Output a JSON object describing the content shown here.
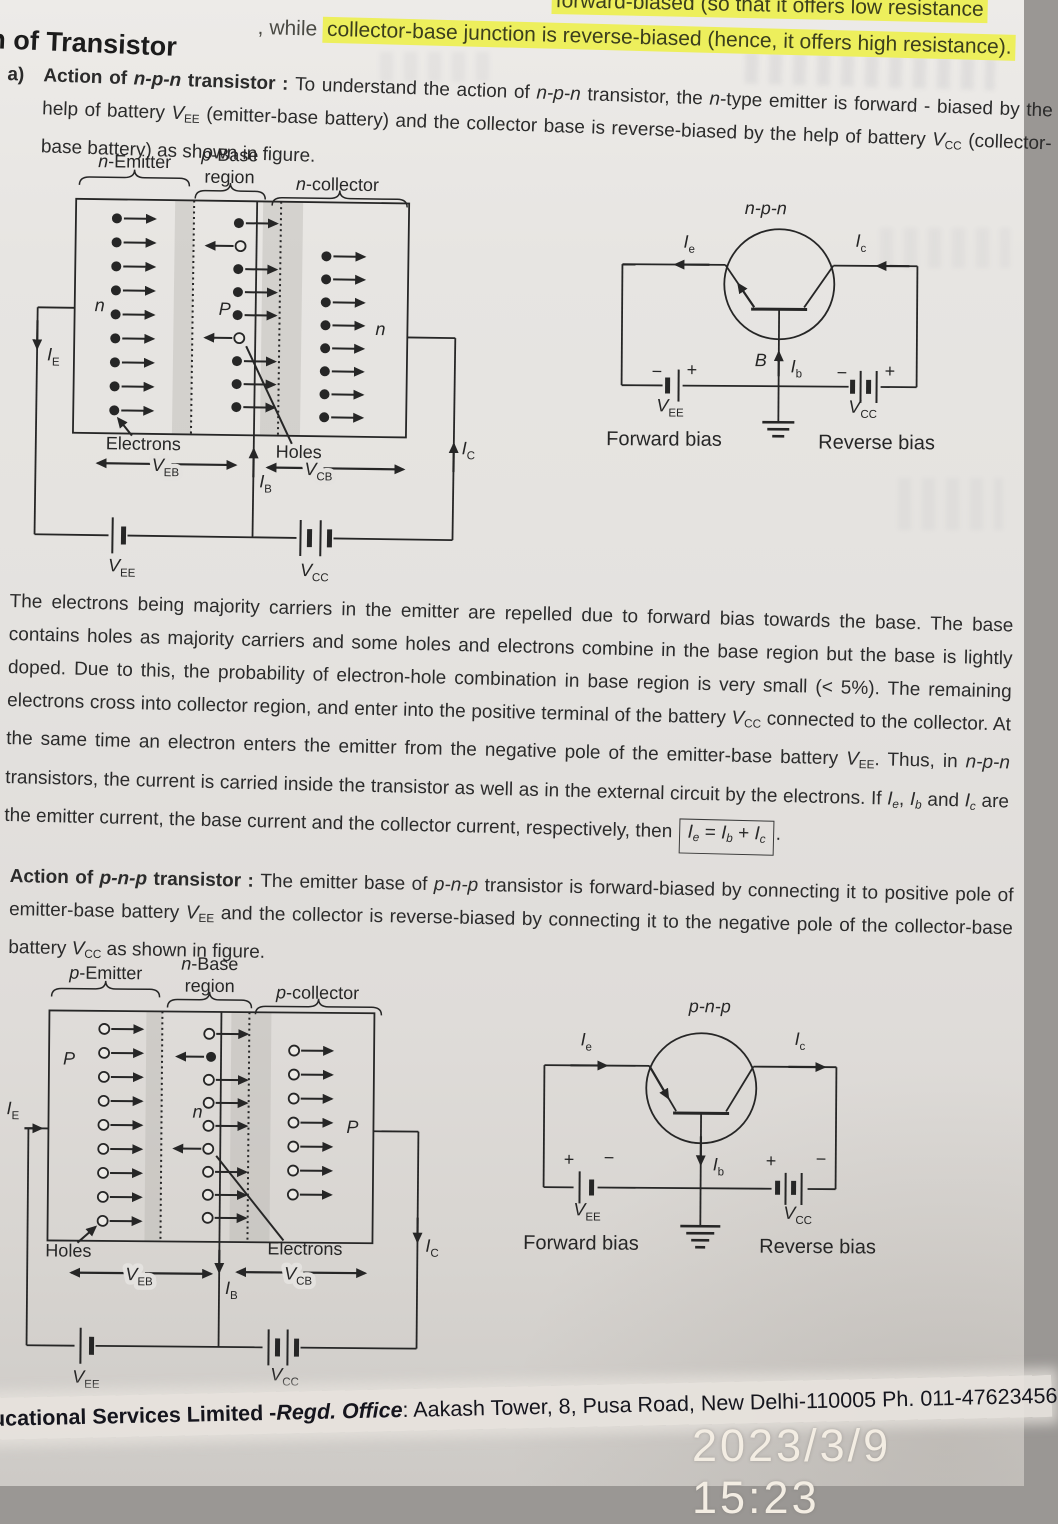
{
  "colors": {
    "highlight": "#edef5c",
    "paper": "#e4e2df",
    "ink": "#2b2b2b",
    "timestamp_color": "#f3ede3"
  },
  "top": {
    "line1_highlight": "forward-biased (so that it offers low resistance",
    "line2_prefix": ", while ",
    "line2_highlight": "collector-base junction is reverse-biased (hence, it offers high resistance).",
    "heading": "n of Transistor"
  },
  "para_a": {
    "marker": "a)",
    "rich": [
      {
        "t": "Action of ",
        "s": "b"
      },
      {
        "t": "n-p-n",
        "s": "bi"
      },
      {
        "t": " transistor : ",
        "s": "b"
      },
      {
        "t": "To understand the action of "
      },
      {
        "t": "n-p-n",
        "s": "i"
      },
      {
        "t": " transistor, the "
      },
      {
        "t": "n",
        "s": "i"
      },
      {
        "t": "-type emitter is forward - biased by the help of battery "
      },
      {
        "t": "V",
        "s": "i"
      },
      {
        "t": "EE",
        "s": "sub"
      },
      {
        "t": " (emitter-base battery) and the collector base is reverse-biased by the help of battery "
      },
      {
        "t": "V",
        "s": "i"
      },
      {
        "t": "CC",
        "s": "sub"
      },
      {
        "t": " (collector-base battery) as shown in figure."
      }
    ]
  },
  "para_electrons": {
    "rich": [
      {
        "t": "The electrons being majority carriers in the emitter are repelled due to forward bias towards the base. The base contains holes as majority carriers and some holes and electrons combine in the base region but the base is lightly doped. Due to this, the probability of electron-hole combination in base region is very small (< 5%). The remaining electrons cross into collector region, and enter into the positive terminal of the battery "
      },
      {
        "t": "V",
        "s": "i"
      },
      {
        "t": "CC",
        "s": "sub"
      },
      {
        "t": " connected to the collector. At the same time an electron enters the emitter from the negative pole of the emitter-base battery "
      },
      {
        "t": "V",
        "s": "i"
      },
      {
        "t": "EE",
        "s": "sub"
      },
      {
        "t": ". Thus, in "
      },
      {
        "t": "n-p-n",
        "s": "i"
      },
      {
        "t": " transistors, the current is carried inside the transistor as well as in the external circuit by the electrons. If "
      },
      {
        "t": "I",
        "s": "i"
      },
      {
        "t": "e",
        "s": "subi"
      },
      {
        "t": ", "
      },
      {
        "t": "I",
        "s": "i"
      },
      {
        "t": "b",
        "s": "subi"
      },
      {
        "t": " and "
      },
      {
        "t": "I",
        "s": "i"
      },
      {
        "t": "c",
        "s": "subi"
      },
      {
        "t": " are the emitter current, the base current and the collector current, respectively, then "
      }
    ],
    "formula": [
      {
        "t": "I",
        "s": "i"
      },
      {
        "t": "e",
        "s": "subi"
      },
      {
        "t": " = "
      },
      {
        "t": "I",
        "s": "i"
      },
      {
        "t": "b",
        "s": "subi"
      },
      {
        "t": " + "
      },
      {
        "t": "I",
        "s": "i"
      },
      {
        "t": "c",
        "s": "subi"
      }
    ],
    "formula_period": "."
  },
  "para_pnp": {
    "rich": [
      {
        "t": "Action of ",
        "s": "b"
      },
      {
        "t": "p-n-p",
        "s": "bi"
      },
      {
        "t": " transistor : ",
        "s": "b"
      },
      {
        "t": "The emitter base of "
      },
      {
        "t": "p-n-p",
        "s": "i"
      },
      {
        "t": " transistor is forward-biased by connecting it to positive pole of emitter-base battery "
      },
      {
        "t": "V",
        "s": "i"
      },
      {
        "t": "EE",
        "s": "sub"
      },
      {
        "t": " and the collector is reverse-biased by connecting it to the negative pole of the collector-base battery "
      },
      {
        "t": "V",
        "s": "i"
      },
      {
        "t": "CC",
        "s": "sub"
      },
      {
        "t": " as shown in figure."
      }
    ]
  },
  "block_npn": {
    "emitter_label": {
      "i": "n",
      "rest": "-Emitter"
    },
    "base_label": {
      "i": "p",
      "rest": "-Base",
      "line2": "region"
    },
    "collector_label": {
      "i": "n",
      "rest": "-collector"
    },
    "region_left": "n",
    "region_mid": "P",
    "region_right": "n",
    "electrons": "Electrons",
    "holes": "Holes",
    "veb": {
      "v": "V",
      "s": "EB"
    },
    "vcb": {
      "v": "V",
      "s": "CB"
    },
    "ie": {
      "v": "I",
      "s": "E"
    },
    "ib": {
      "v": "I",
      "s": "B"
    },
    "ic": {
      "v": "I",
      "s": "C"
    },
    "vee": {
      "v": "V",
      "s": "EE"
    },
    "vcc": {
      "v": "V",
      "s": "CC"
    }
  },
  "circuit_npn": {
    "title": "n-p-n",
    "b": "B",
    "minus": "−",
    "plus": "+",
    "ie": {
      "v": "I",
      "s": "e"
    },
    "ic": {
      "v": "I",
      "s": "c"
    },
    "ib": {
      "v": "I",
      "s": "b"
    },
    "vee": {
      "v": "V",
      "s": "EE"
    },
    "vcc": {
      "v": "V",
      "s": "CC"
    },
    "forward": "Forward bias",
    "reverse": "Reverse bias"
  },
  "block_pnp": {
    "emitter_label": {
      "i": "p",
      "rest": "-Emitter"
    },
    "base_label": {
      "i": "n",
      "rest": "-Base",
      "line2": "region"
    },
    "collector_label": {
      "i": "p",
      "rest": "-collector"
    },
    "region_left": "P",
    "region_mid": "n",
    "region_right": "P",
    "holes": "Holes",
    "electrons": "Electrons",
    "veb": {
      "v": "V",
      "s": "EB"
    },
    "vcb": {
      "v": "V",
      "s": "CB"
    },
    "ie": {
      "v": "I",
      "s": "E"
    },
    "ib": {
      "v": "I",
      "s": "B"
    },
    "ic": {
      "v": "I",
      "s": "C"
    },
    "vee": {
      "v": "V",
      "s": "EE"
    },
    "vcc": {
      "v": "V",
      "s": "CC"
    }
  },
  "circuit_pnp": {
    "title": "p-n-p",
    "minus": "−",
    "plus": "+",
    "ie": {
      "v": "I",
      "s": "e"
    },
    "ic": {
      "v": "I",
      "s": "c"
    },
    "ib": {
      "v": "I",
      "s": "b"
    },
    "vee": {
      "v": "V",
      "s": "EE"
    },
    "vcc": {
      "v": "V",
      "s": "CC"
    },
    "forward": "Forward bias",
    "reverse": "Reverse bias"
  },
  "footer": {
    "bold": "ucational Services Limited - ",
    "italic": "Regd. Office",
    "rest": " : Aakash Tower, 8, Pusa Road, New Delhi-110005 Ph. 011-47623456",
    "timestamp": "2023/3/9 15:23"
  }
}
